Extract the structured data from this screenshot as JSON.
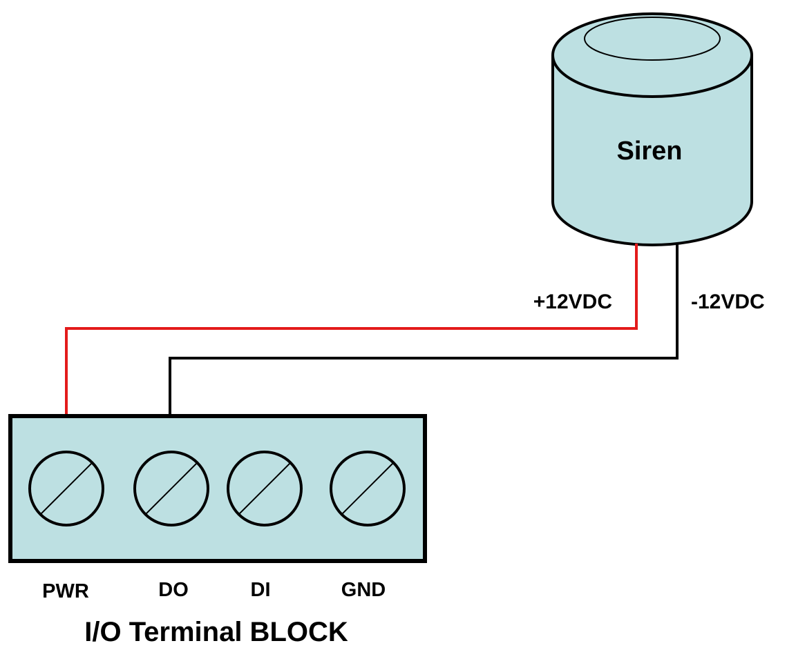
{
  "colors": {
    "body_fill": "#bde0e2",
    "outline": "#000000",
    "positive_wire": "#e31b1b",
    "negative_wire": "#000000",
    "background": "#ffffff"
  },
  "siren": {
    "label": "Siren"
  },
  "wires": {
    "positive_label": "+12VDC",
    "negative_label": "-12VDC"
  },
  "terminal_block": {
    "title": "I/O Terminal BLOCK",
    "terminals": [
      {
        "label": "PWR"
      },
      {
        "label": "DO"
      },
      {
        "label": "DI"
      },
      {
        "label": "GND"
      }
    ]
  }
}
